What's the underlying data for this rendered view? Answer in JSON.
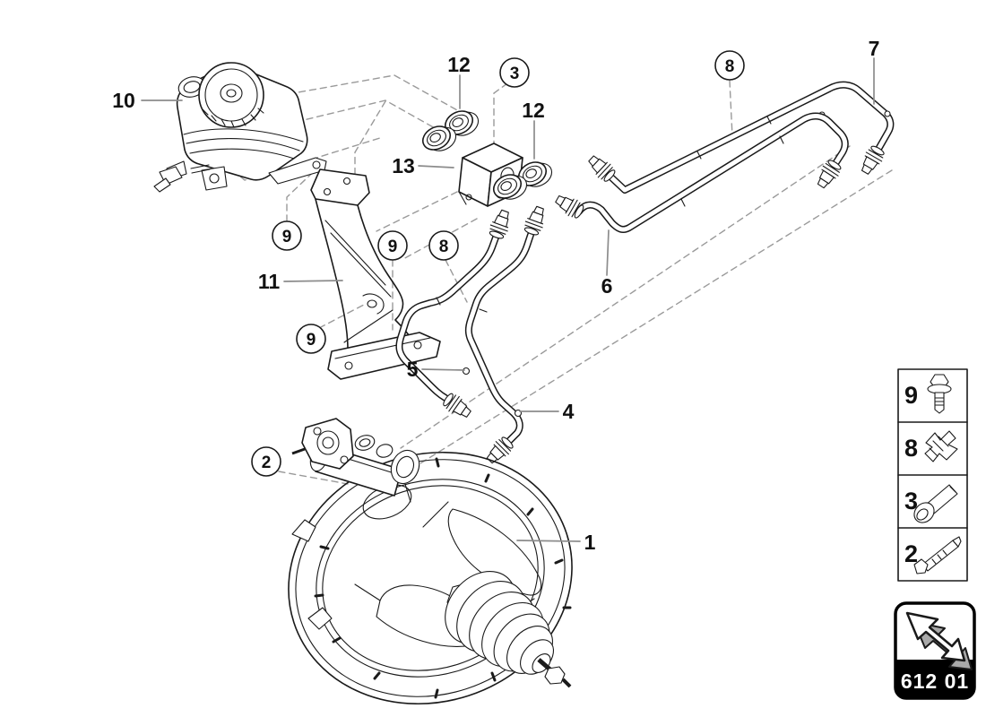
{
  "callouts": {
    "p1": {
      "label": "1"
    },
    "p4": {
      "label": "4"
    },
    "p5": {
      "label": "5"
    },
    "p6": {
      "label": "6"
    },
    "p7": {
      "label": "7"
    },
    "p10": {
      "label": "10"
    },
    "p11": {
      "label": "11"
    },
    "p12a": {
      "label": "12"
    },
    "p12b": {
      "label": "12"
    },
    "p13": {
      "label": "13"
    },
    "c2": {
      "label": "2"
    },
    "c3": {
      "label": "3"
    },
    "c8a": {
      "label": "8"
    },
    "c8b": {
      "label": "8"
    },
    "c9a": {
      "label": "9"
    },
    "c9b": {
      "label": "9"
    },
    "c9c": {
      "label": "9"
    }
  },
  "legend": {
    "rows": [
      {
        "num": "9",
        "icon": "flange-bolt-icon"
      },
      {
        "num": "8",
        "icon": "retaining-clip-icon"
      },
      {
        "num": "3",
        "icon": "hex-bolt-icon"
      },
      {
        "num": "2",
        "icon": "long-bolt-icon"
      }
    ]
  },
  "badge": {
    "code": "612 01",
    "icon": "arrow-up-left-icon"
  },
  "colors": {
    "line": "#1a1a1a",
    "leader": "#8c8c8c",
    "dashed": "#9a9a9a",
    "badge_bg": "#000000",
    "badge_text": "#ffffff",
    "paper": "#ffffff",
    "shade": "#a9a9a9"
  }
}
